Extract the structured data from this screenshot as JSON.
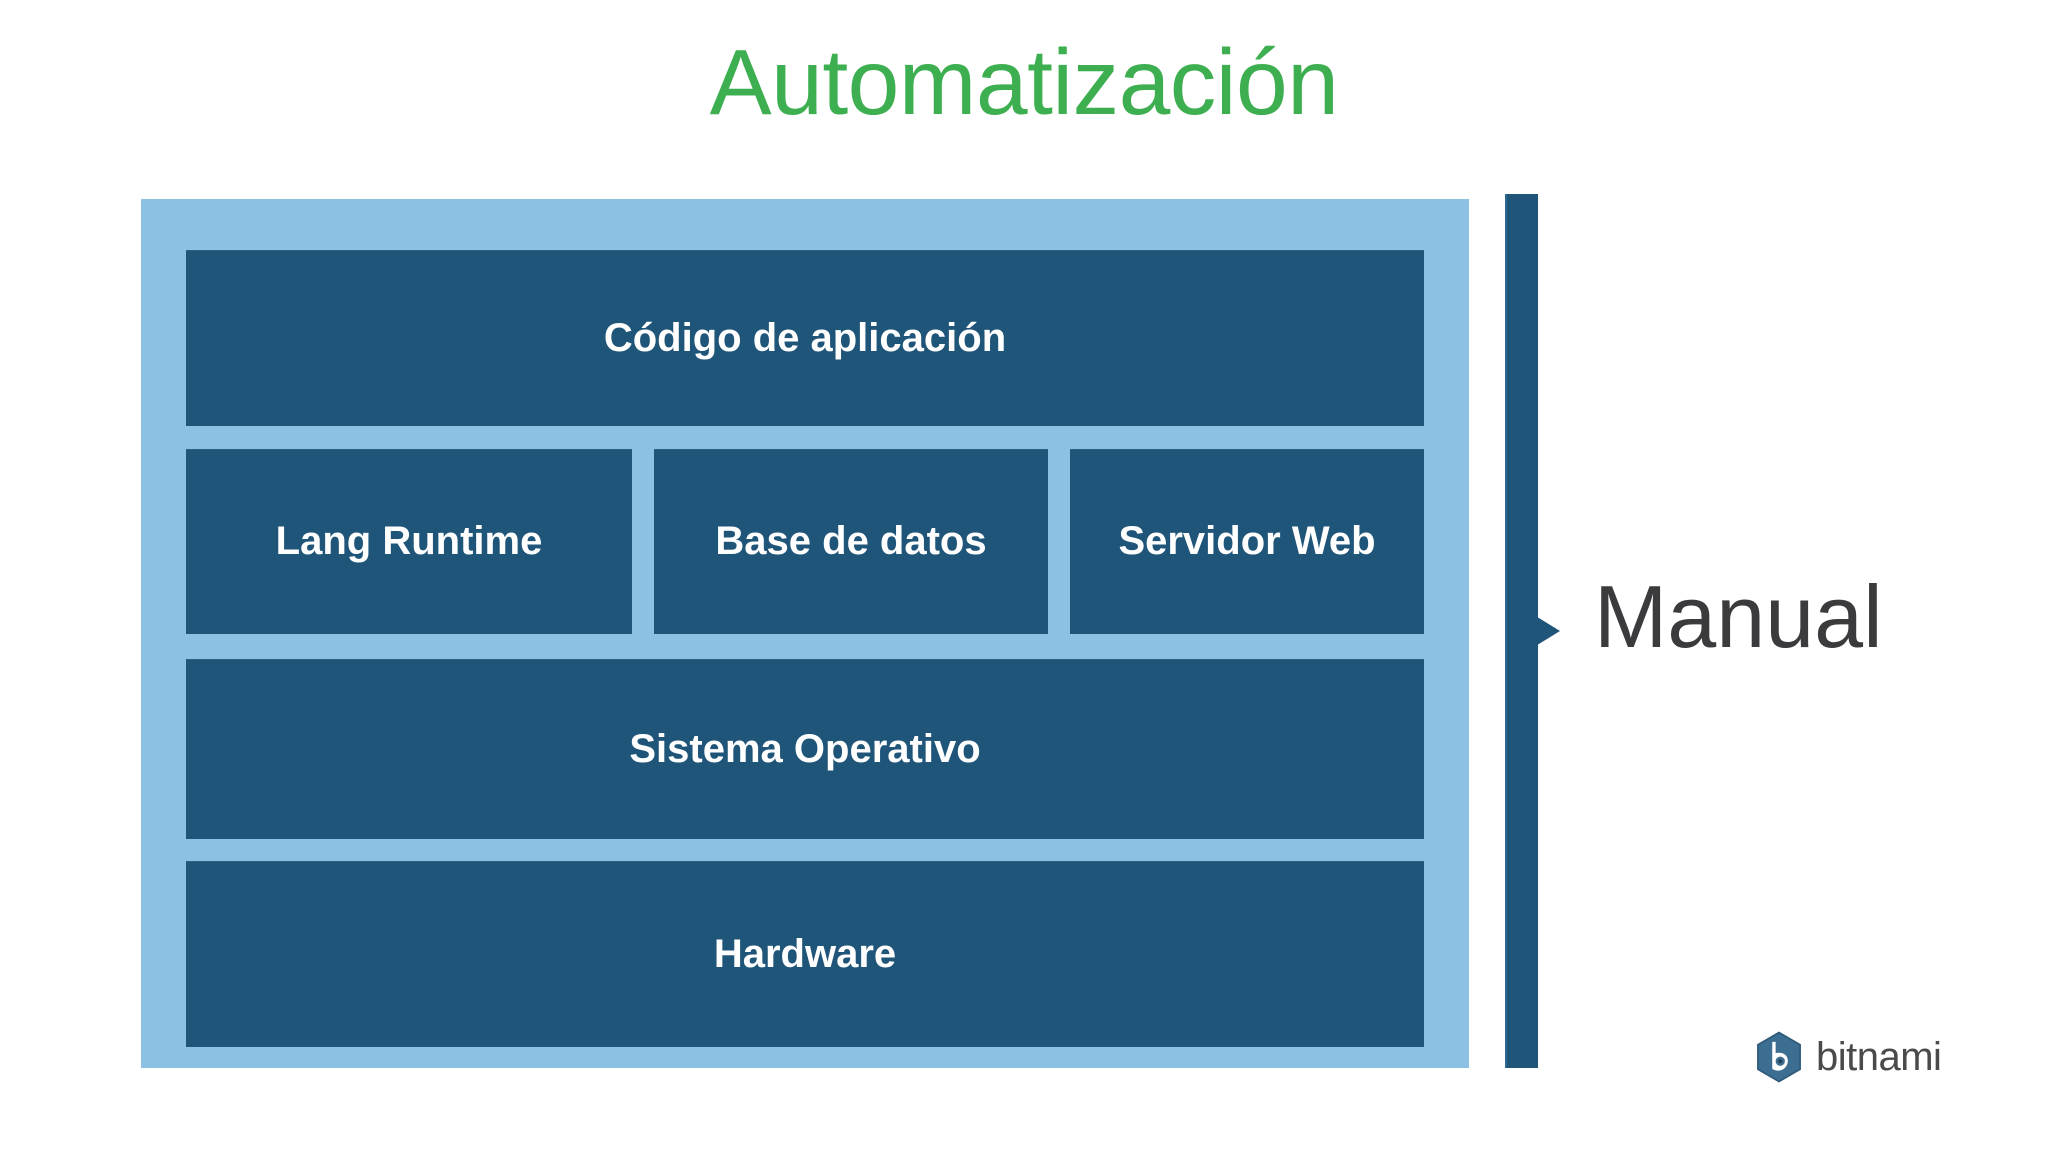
{
  "slide": {
    "title": "Automatización",
    "title_color": "#3EAF51",
    "background_color": "#FFFFFF"
  },
  "stack": {
    "panel_color": "#8CC1E4",
    "box_color": "#1F5579",
    "box_text_color": "#FFFFFF",
    "rows": [
      {
        "row_name": "application-code",
        "boxes": [
          {
            "label": "Código de aplicación"
          }
        ]
      },
      {
        "row_name": "middleware",
        "boxes": [
          {
            "label": "Lang Runtime"
          },
          {
            "label": "Base de datos"
          },
          {
            "label": "Servidor Web"
          }
        ]
      },
      {
        "row_name": "operating-system",
        "boxes": [
          {
            "label": "Sistema Operativo"
          }
        ]
      },
      {
        "row_name": "hardware",
        "boxes": [
          {
            "label": "Hardware"
          }
        ]
      }
    ]
  },
  "annotation": {
    "label": "Manual",
    "label_color": "#3B3B3D",
    "bar_color": "#1F5579",
    "arrow_icon": "arrow-right-icon"
  },
  "branding": {
    "wordmark": "bitnami",
    "mark_icon": "bitnami-hexagon-b-icon",
    "mark_color": "#3C6E91",
    "wordmark_color": "#4A4A4A"
  }
}
